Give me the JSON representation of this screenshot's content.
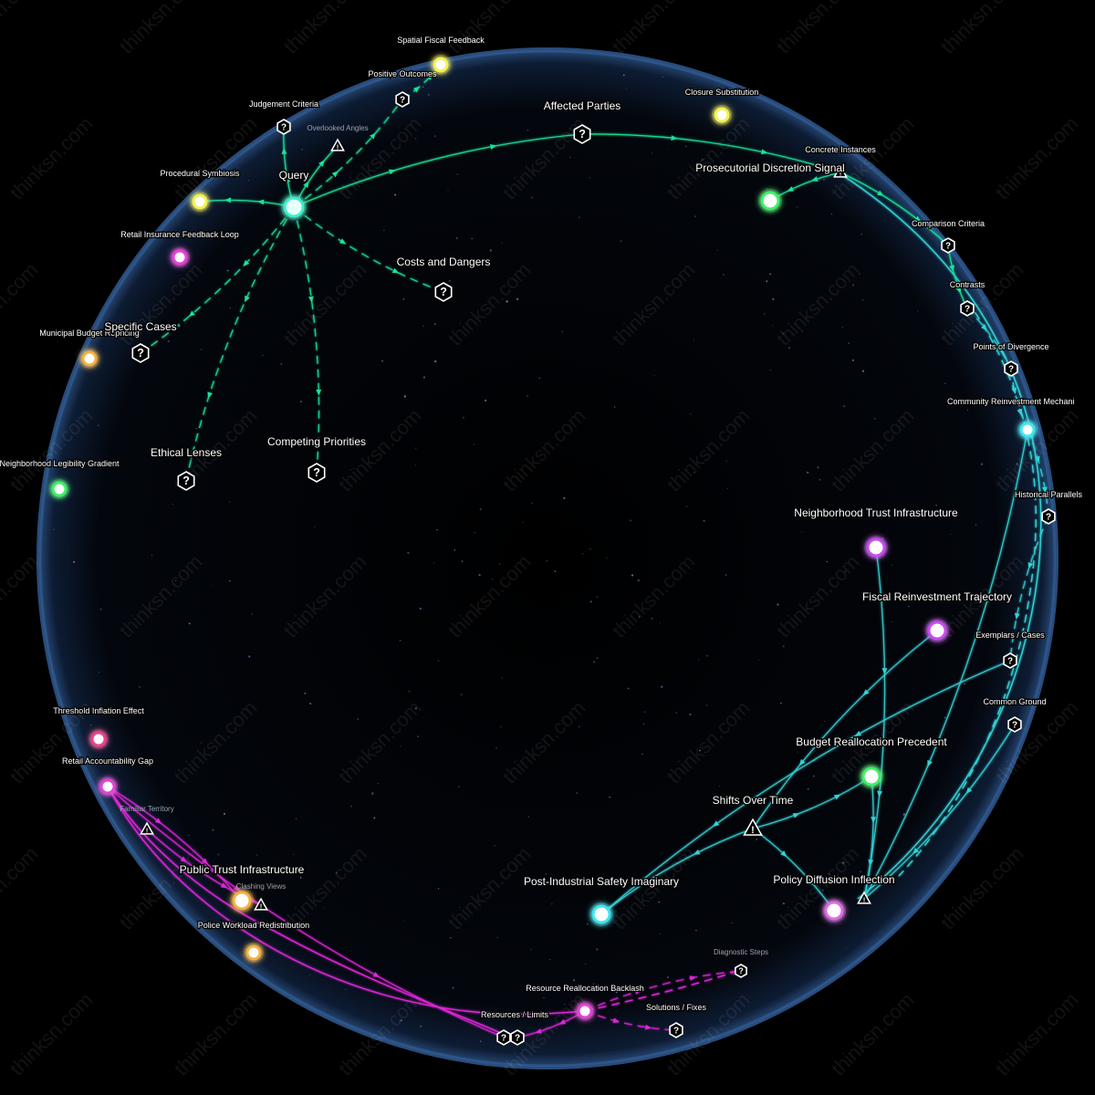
{
  "colors": {
    "background": "#000000",
    "sphere_edge": "#3b6aa8",
    "edge_green": "#19e39a",
    "edge_cyan": "#32d2d6",
    "edge_magenta": "#e026d9",
    "node_white": "#ffffff"
  },
  "watermark": "thinksn.com",
  "query": {
    "label": "Query",
    "color": "#39f2c8"
  },
  "nodes": [
    {
      "id": "judgement-criteria",
      "label": "Judgement Criteria",
      "kind": "question",
      "size": "minor",
      "icon": "question-hexagon-icon"
    },
    {
      "id": "positive-outcomes",
      "label": "Positive Outcomes",
      "kind": "question",
      "size": "minor",
      "icon": "question-hexagon-icon"
    },
    {
      "id": "spatial-fiscal-feedback",
      "label": "Spatial Fiscal Feedback",
      "kind": "orb",
      "size": "minor",
      "color": "#f4f04a"
    },
    {
      "id": "overlooked-angles",
      "label": "Overlooked Angles",
      "kind": "warning",
      "size": "dim",
      "icon": "warning-triangle-icon"
    },
    {
      "id": "procedural-symbiosis",
      "label": "Procedural Symbiosis",
      "kind": "orb",
      "size": "minor",
      "color": "#f4f04a"
    },
    {
      "id": "retail-insurance-feedback-loop",
      "label": "Retail Insurance Feedback Loop",
      "kind": "orb",
      "size": "minor",
      "color": "#e63fd8"
    },
    {
      "id": "municipal-budget-repricing",
      "label": "Municipal Budget Repricing",
      "kind": "orb",
      "size": "minor",
      "color": "#f3b23a"
    },
    {
      "id": "specific-cases",
      "label": "Specific Cases",
      "kind": "question",
      "size": "major",
      "icon": "question-hexagon-icon"
    },
    {
      "id": "ethical-lenses",
      "label": "Ethical Lenses",
      "kind": "question",
      "size": "major",
      "icon": "question-hexagon-icon"
    },
    {
      "id": "competing-priorities",
      "label": "Competing Priorities",
      "kind": "question",
      "size": "major",
      "icon": "question-hexagon-icon"
    },
    {
      "id": "costs-and-dangers",
      "label": "Costs and Dangers",
      "kind": "question",
      "size": "major",
      "icon": "question-hexagon-icon"
    },
    {
      "id": "neighborhood-legibility-gradient",
      "label": "Neighborhood Legibility Gradient",
      "kind": "orb",
      "size": "minor",
      "color": "#3ef06a"
    },
    {
      "id": "affected-parties",
      "label": "Affected Parties",
      "kind": "question",
      "size": "major",
      "icon": "question-hexagon-icon"
    },
    {
      "id": "closure-substitution",
      "label": "Closure Substitution",
      "kind": "orb",
      "size": "minor",
      "color": "#f4f04a"
    },
    {
      "id": "concrete-instances",
      "label": "Concrete Instances",
      "kind": "warning",
      "size": "minor",
      "icon": "warning-triangle-icon"
    },
    {
      "id": "prosecutorial-discretion-signal",
      "label": "Prosecutorial Discretion Signal",
      "kind": "orb",
      "size": "major",
      "color": "#3ef06a"
    },
    {
      "id": "comparison-criteria",
      "label": "Comparison Criteria",
      "kind": "question",
      "size": "minor",
      "icon": "question-hexagon-icon"
    },
    {
      "id": "contrasts",
      "label": "Contrasts",
      "kind": "question",
      "size": "minor",
      "icon": "question-hexagon-icon"
    },
    {
      "id": "points-of-divergence",
      "label": "Points of Divergence",
      "kind": "question",
      "size": "minor",
      "icon": "question-hexagon-icon"
    },
    {
      "id": "community-reinvestment-mechanism",
      "label": "Community Reinvestment Mechani",
      "kind": "orb",
      "size": "minor",
      "color": "#39e8f2"
    },
    {
      "id": "historical-parallels",
      "label": "Historical Parallels",
      "kind": "question",
      "size": "minor",
      "icon": "question-hexagon-icon"
    },
    {
      "id": "neighborhood-trust-infrastructure",
      "label": "Neighborhood Trust Infrastructure",
      "kind": "orb",
      "size": "major",
      "color": "#c94bf0"
    },
    {
      "id": "fiscal-reinvestment-trajectory",
      "label": "Fiscal Reinvestment Trajectory",
      "kind": "orb",
      "size": "major",
      "color": "#c94bf0"
    },
    {
      "id": "exemplars-cases",
      "label": "Exemplars / Cases",
      "kind": "question",
      "size": "minor",
      "icon": "question-hexagon-icon"
    },
    {
      "id": "common-ground",
      "label": "Common Ground",
      "kind": "question",
      "size": "minor",
      "icon": "question-hexagon-icon"
    },
    {
      "id": "budget-reallocation-precedent",
      "label": "Budget Reallocation Precedent",
      "kind": "orb",
      "size": "major",
      "color": "#3ef06a"
    },
    {
      "id": "shifts-over-time",
      "label": "Shifts Over Time",
      "kind": "warning",
      "size": "major",
      "icon": "warning-triangle-icon"
    },
    {
      "id": "policy-diffusion-inflection",
      "label": "Policy Diffusion Inflection",
      "kind": "orb",
      "size": "major",
      "color": "#e26ae6"
    },
    {
      "id": "policy-diffusion-warning",
      "label": "",
      "kind": "warning",
      "size": "minor",
      "icon": "warning-triangle-icon"
    },
    {
      "id": "post-industrial-safety-imaginary",
      "label": "Post-Industrial Safety Imaginary",
      "kind": "orb",
      "size": "major",
      "color": "#39e8f2"
    },
    {
      "id": "threshold-inflation-effect",
      "label": "Threshold Inflation Effect",
      "kind": "orb",
      "size": "minor",
      "color": "#f0408a"
    },
    {
      "id": "retail-accountability-gap",
      "label": "Retail Accountability Gap",
      "kind": "orb",
      "size": "minor",
      "color": "#e63fd8"
    },
    {
      "id": "familiar-territory",
      "label": "Familiar Territory",
      "kind": "warning",
      "size": "dim",
      "icon": "warning-triangle-icon"
    },
    {
      "id": "public-trust-infrastructure",
      "label": "Public Trust Infrastructure",
      "kind": "orb",
      "size": "major",
      "color": "#f3b23a"
    },
    {
      "id": "clashing-views",
      "label": "Clashing Views",
      "kind": "warning",
      "size": "dim",
      "icon": "warning-triangle-icon"
    },
    {
      "id": "police-workload-redistribution",
      "label": "Police Workload Redistribution",
      "kind": "orb",
      "size": "minor",
      "color": "#f3b23a"
    },
    {
      "id": "diagnostic-steps",
      "label": "Diagnostic Steps",
      "kind": "question",
      "size": "dim",
      "icon": "question-hexagon-icon"
    },
    {
      "id": "resource-reallocation-backlash",
      "label": "Resource Reallocation Backlash",
      "kind": "orb",
      "size": "minor",
      "color": "#e63fd8"
    },
    {
      "id": "resources-limits",
      "label": "Resources / Limits",
      "kind": "question",
      "size": "minor",
      "icon": "question-hexagon-icon"
    },
    {
      "id": "resources-limits-2",
      "label": "",
      "kind": "question",
      "size": "minor",
      "icon": "question-hexagon-icon"
    },
    {
      "id": "solutions-fixes",
      "label": "Solutions / Fixes",
      "kind": "question",
      "size": "minor",
      "icon": "question-hexagon-icon"
    }
  ],
  "edges": [
    {
      "from": "query",
      "to": "affected-parties",
      "color": "green",
      "dash": false
    },
    {
      "from": "query",
      "to": "costs-and-dangers",
      "color": "green",
      "dash": true
    },
    {
      "from": "query",
      "to": "competing-priorities",
      "color": "green",
      "dash": true
    },
    {
      "from": "query",
      "to": "ethical-lenses",
      "color": "green",
      "dash": true
    },
    {
      "from": "query",
      "to": "specific-cases",
      "color": "green",
      "dash": true
    },
    {
      "from": "query",
      "to": "procedural-symbiosis",
      "color": "green",
      "dash": false
    },
    {
      "from": "query",
      "to": "judgement-criteria",
      "color": "green",
      "dash": false
    },
    {
      "from": "query",
      "to": "positive-outcomes",
      "color": "green",
      "dash": true
    },
    {
      "from": "query",
      "to": "overlooked-angles",
      "color": "green",
      "dash": false
    },
    {
      "from": "positive-outcomes",
      "to": "spatial-fiscal-feedback",
      "color": "green",
      "dash": true
    },
    {
      "from": "affected-parties",
      "to": "concrete-instances",
      "color": "green",
      "dash": false
    },
    {
      "from": "concrete-instances",
      "to": "prosecutorial-discretion-signal",
      "color": "green",
      "dash": false
    },
    {
      "from": "concrete-instances",
      "to": "comparison-criteria",
      "color": "green",
      "dash": false
    },
    {
      "from": "comparison-criteria",
      "to": "contrasts",
      "color": "green",
      "dash": false
    },
    {
      "from": "contrasts",
      "to": "points-of-divergence",
      "color": "cyan",
      "dash": true
    },
    {
      "from": "points-of-divergence",
      "to": "community-reinvestment-mechanism",
      "color": "cyan",
      "dash": true
    },
    {
      "from": "community-reinvestment-mechanism",
      "to": "historical-parallels",
      "color": "cyan",
      "dash": true
    },
    {
      "from": "historical-parallels",
      "to": "exemplars-cases",
      "color": "cyan",
      "dash": true
    },
    {
      "from": "community-reinvestment-mechanism",
      "to": "policy-diffusion-warning",
      "color": "cyan",
      "dash": false
    },
    {
      "from": "exemplars-cases",
      "to": "post-industrial-safety-imaginary",
      "color": "cyan",
      "dash": false
    },
    {
      "from": "common-ground",
      "to": "policy-diffusion-warning",
      "color": "cyan",
      "dash": false
    },
    {
      "from": "shifts-over-time",
      "to": "budget-reallocation-precedent",
      "color": "cyan",
      "dash": false
    },
    {
      "from": "shifts-over-time",
      "to": "policy-diffusion-inflection",
      "color": "cyan",
      "dash": false
    },
    {
      "from": "shifts-over-time",
      "to": "post-industrial-safety-imaginary",
      "color": "cyan",
      "dash": false
    },
    {
      "from": "neighborhood-trust-infrastructure",
      "to": "policy-diffusion-warning",
      "color": "cyan",
      "dash": false
    },
    {
      "from": "fiscal-reinvestment-trajectory",
      "to": "shifts-over-time",
      "color": "cyan",
      "dash": false
    },
    {
      "from": "budget-reallocation-precedent",
      "to": "policy-diffusion-warning",
      "color": "cyan",
      "dash": false
    },
    {
      "from": "retail-accountability-gap",
      "to": "resources-limits",
      "color": "magenta",
      "dash": false
    },
    {
      "from": "retail-accountability-gap",
      "to": "public-trust-infrastructure",
      "color": "magenta",
      "dash": false
    },
    {
      "from": "familiar-territory",
      "to": "clashing-views",
      "color": "magenta",
      "dash": false
    },
    {
      "from": "resource-reallocation-backlash",
      "to": "resources-limits-2",
      "color": "magenta",
      "dash": false
    },
    {
      "from": "resource-reallocation-backlash",
      "to": "solutions-fixes",
      "color": "magenta",
      "dash": true
    },
    {
      "from": "resource-reallocation-backlash",
      "to": "diagnostic-steps",
      "color": "magenta",
      "dash": true
    }
  ]
}
